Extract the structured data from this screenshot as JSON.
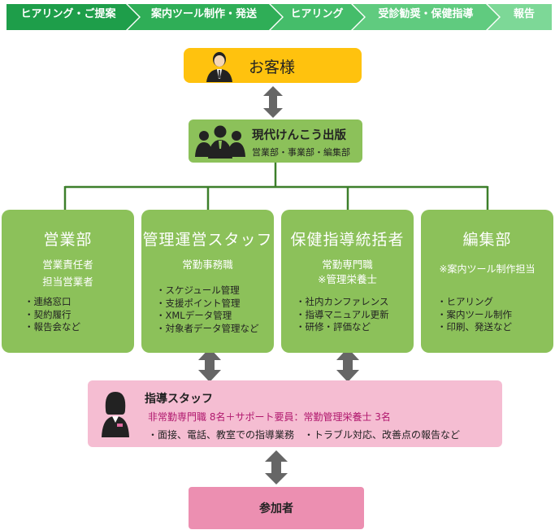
{
  "process_steps": [
    {
      "label": "ヒアリング・ご提案"
    },
    {
      "label": "案内ツール制作・発送"
    },
    {
      "label": "ヒアリング"
    },
    {
      "label": "受診勧奨・保健指導"
    },
    {
      "label": "報告"
    }
  ],
  "colors": {
    "step_colors": [
      "#1e9e4a",
      "#2fae57",
      "#45bd6a",
      "#60cb7f",
      "#7dd897"
    ],
    "customer": "#ffc20e",
    "green": "#8cc15a",
    "connector": "#3d7f2b",
    "staff": "#f5bdd2",
    "participant": "#ec8fb1",
    "arrow": "#666666",
    "magenta_text": "#b0176d"
  },
  "customer": {
    "label": "お客様",
    "icon": "person-icon"
  },
  "company": {
    "name": "現代けんこう出版",
    "sub": "営業部・事業部・編集部",
    "icon": "group-icon"
  },
  "departments": [
    {
      "title": "営業部",
      "subs": [
        "営業責任者",
        "担当営業者"
      ],
      "items": [
        "・連絡窓口",
        "・契約履行",
        "・報告会など"
      ]
    },
    {
      "title": "管理運営スタッフ",
      "subs": [
        "常勤事務職"
      ],
      "items": [
        "・スケジュール管理",
        "・支援ポイント管理",
        "・XMLデータ管理",
        "・対象者データ管理など"
      ]
    },
    {
      "title": "保健指導統括者",
      "subs": [
        "常勤専門職",
        "※管理栄養士"
      ],
      "items": [
        "・社内カンファレンス",
        "・指導マニュアル更新",
        "・研修・評価など"
      ]
    },
    {
      "title": "編集部",
      "subs": [
        "※案内ツール制作担当"
      ],
      "items": [
        "・ヒアリング",
        "・案内ツール制作",
        "・印刷、発送など"
      ]
    }
  ],
  "staff": {
    "title": "指導スタッフ",
    "highlight": "非常勤専門職 8名＋サポート要員：常勤管理栄養士 3名",
    "duties": "・面接、電話、教室での指導業務　・トラブル対応、改善点の報告など",
    "icon": "woman-icon"
  },
  "participant": {
    "label": "参加者"
  }
}
